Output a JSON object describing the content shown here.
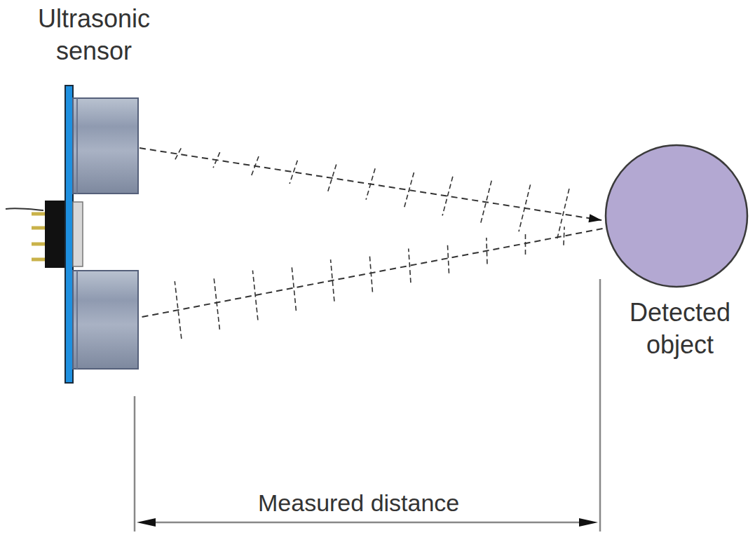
{
  "diagram": {
    "nodes": [
      {
        "text": [
          "Ultrasonic sensor"
        ]
      },
      {
        "text": [
          "Detected object"
        ]
      }
    ],
    "edges": [
      {
        "from": 0,
        "to": 1,
        "arrow": "to"
      },
      {
        "from": 1,
        "to": 0,
        "arrow": "none"
      }
    ],
    "labels": [
      "Measured distance"
    ]
  }
}
